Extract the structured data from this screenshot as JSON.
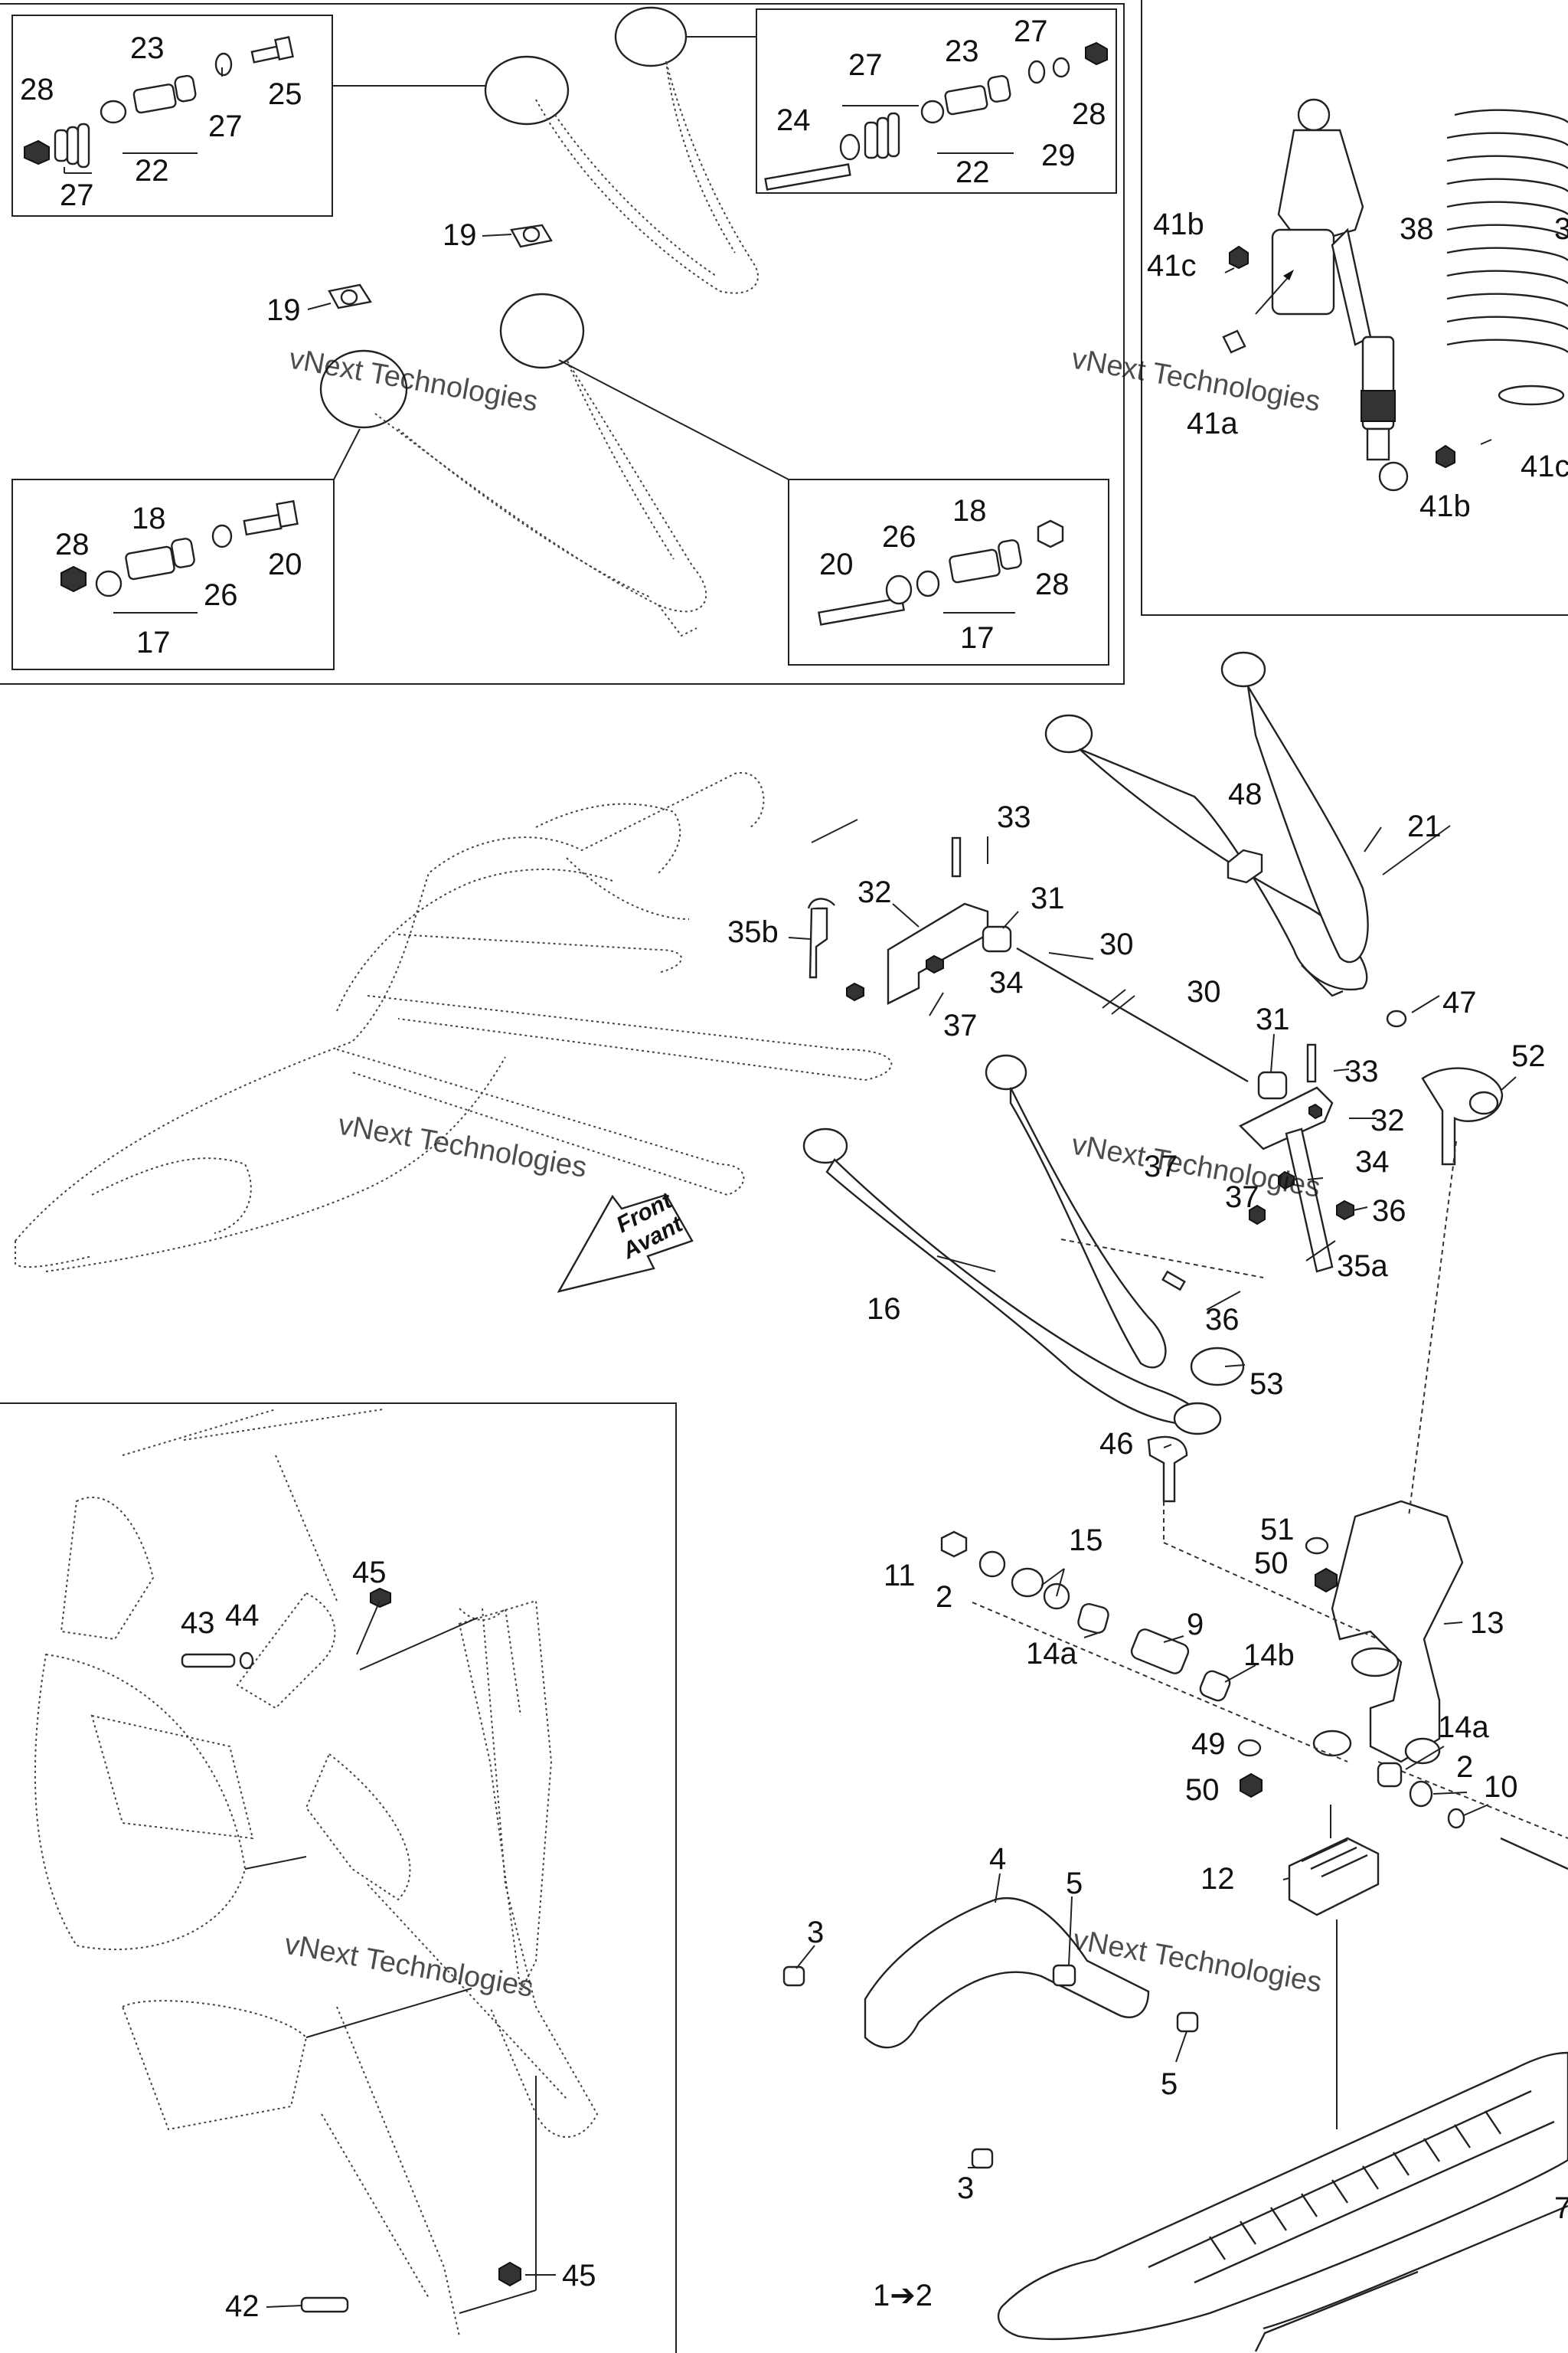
{
  "callouts": {
    "c28a": "28",
    "c23a": "23",
    "c25": "25",
    "c27a": "27",
    "c27b": "27",
    "c22a": "22",
    "c27c": "27",
    "c23b": "23",
    "c27d": "27",
    "c24": "24",
    "c28b": "28",
    "c29": "29",
    "c22b": "22",
    "c19a": "19",
    "c19b": "19",
    "c28c": "28",
    "c18a": "18",
    "c20a": "20",
    "c26a": "26",
    "c17a": "17",
    "c18b": "18",
    "c20b": "20",
    "c26b": "26",
    "c28d": "28",
    "c17b": "17",
    "c41b1": "41b",
    "c41c1": "41c",
    "c38": "38",
    "c39": "3",
    "c41a": "41a",
    "c41b2": "41b",
    "c41c2": "41c",
    "c33a": "33",
    "c32a": "32",
    "c31a": "31",
    "c30a": "30",
    "c35b": "35b",
    "c34a": "34",
    "c37a": "37",
    "c48": "48",
    "c21": "21",
    "c30b": "30",
    "c47": "47",
    "c52": "52",
    "c31b": "31",
    "c33b": "33",
    "c32b": "32",
    "c37b": "37",
    "c34b": "34",
    "c37c": "37",
    "c36a": "36",
    "c35a": "35a",
    "c16": "16",
    "c36b": "36",
    "c53": "53",
    "c46": "46",
    "c15": "15",
    "c11": "11",
    "c2a": "2",
    "c51": "51",
    "c50a": "50",
    "c13": "13",
    "c9": "9",
    "c14a1": "14a",
    "c14b": "14b",
    "c49": "49",
    "c50b": "50",
    "c14a2": "14a",
    "c2b": "2",
    "c10": "10",
    "c12": "12",
    "c4": "4",
    "c5a": "5",
    "c3a": "3",
    "c5b": "5",
    "c3b": "3",
    "c7": "7",
    "c1to2": "1➔2",
    "c45a": "45",
    "c43": "43",
    "c44": "44",
    "c42": "42",
    "c45b": "45"
  },
  "front_arrow": {
    "line1": "Front",
    "line2": "Avant"
  },
  "watermarks": {
    "w1": "vNext Technologies",
    "w2": "vNext Technologies",
    "w3": "vNext Technologies",
    "w4": "vNext Technologies",
    "w5": "vNext Technologies",
    "w6": "vNext Technologies"
  }
}
